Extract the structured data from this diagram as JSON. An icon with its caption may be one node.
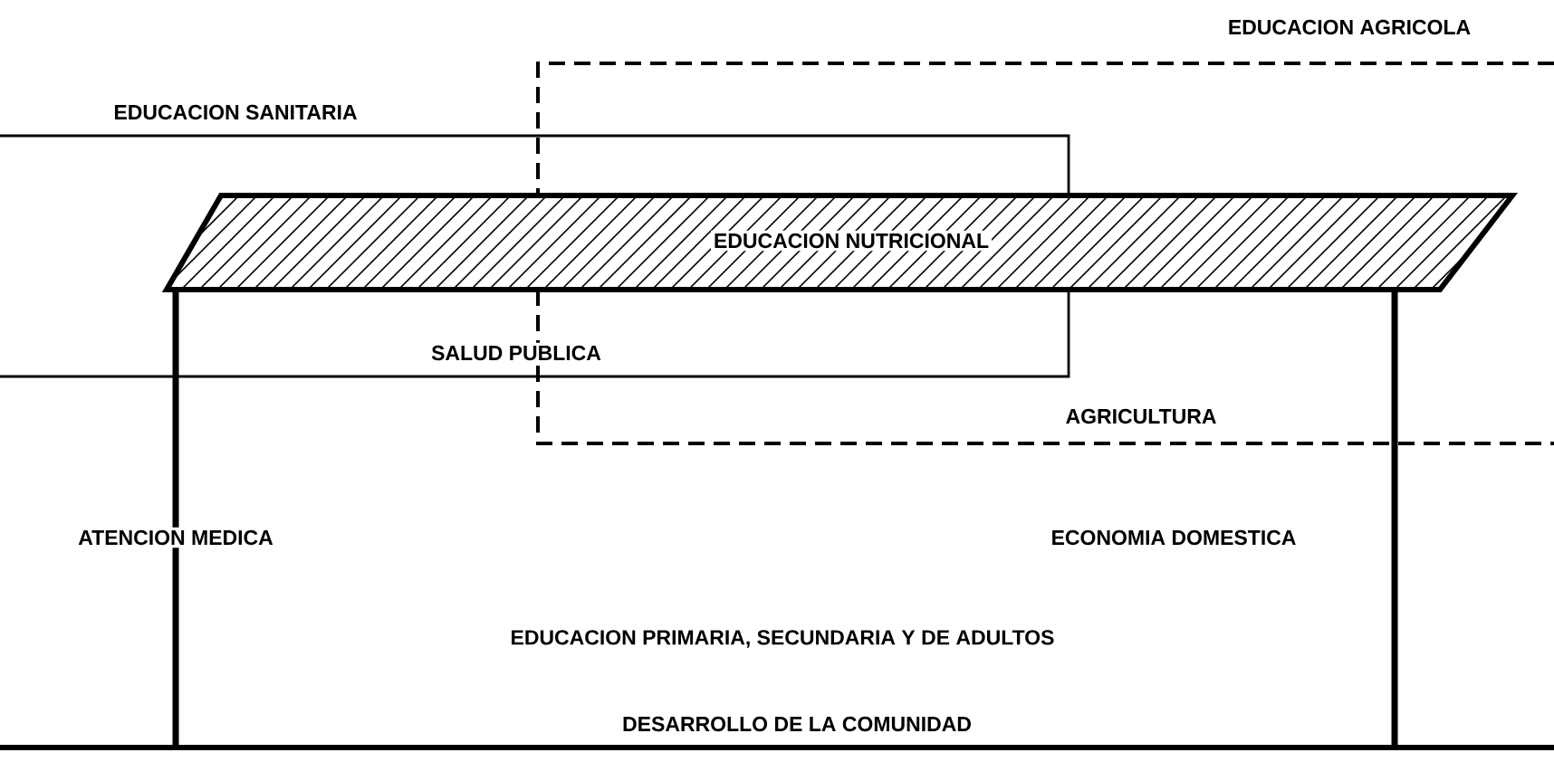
{
  "diagram": {
    "nodes": [
      {
        "text": [
          "EDUCACION NUTRICIONAL"
        ]
      },
      {
        "text": [
          "ECONOMIA DOMESTICA",
          "EDUCACION PRIMARIA, SECUNDARIA Y DE ADULTOS",
          "DESARROLLO DE LA COMUNIDAD"
        ]
      },
      {
        "text": [
          "EDUCACION SANITARIA",
          "SALUD PUBLICA"
        ]
      },
      {
        "text": [
          "EDUCACION AGRICOLA",
          "AGRICULTURA"
        ]
      }
    ],
    "labels": [
      "ATENCION MEDICA"
    ]
  }
}
